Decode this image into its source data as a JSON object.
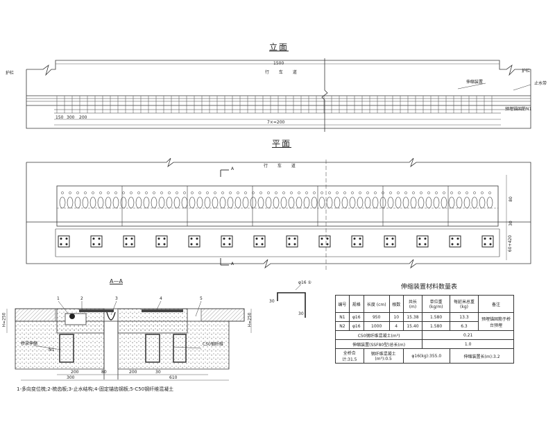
{
  "elevation": {
    "title": "立面",
    "total_length": "1500",
    "roadway_label": "行 车 道",
    "left_label": "护栏",
    "right_label_top": "护栏",
    "right_label_stop": "止水带",
    "joint_label": "伸缩装置",
    "anchor_label": "预埋锚固筋N1",
    "dim_150": "150",
    "dim_300": "300",
    "dim_200": "200",
    "dim_series": "7×=200"
  },
  "plan": {
    "title": "平面",
    "roadway_label": "行 车 道",
    "section_mark_top": "A",
    "section_mark_bottom": "A",
    "dim_right_1": "80",
    "dim_right_2": "30",
    "dim_right_3": "60+420"
  },
  "section": {
    "title": "A—A",
    "part_numbers": [
      "1",
      "2",
      "3",
      "4",
      "5"
    ],
    "left_label": "桥梁伸缩",
    "left_label_2": "N1",
    "right_label": "C50钢纤维",
    "dim_200_left": "200",
    "dim_80": "80",
    "dim_200_right": "200",
    "dim_30": "30",
    "dim_left_total": "300",
    "dim_right_total": "610",
    "height_left": "H=250",
    "height_right": "H=250"
  },
  "rebar_detail": {
    "label": "φ16 ①",
    "dim_top": "30",
    "dim_side": "30"
  },
  "legend": "1-多向变位梳;2-梳齿板;3-止水结构;4-固定锚齿钢板;5-C50钢纤维混凝土",
  "table": {
    "title": "伸缩装置材料数量表",
    "headers": [
      "编号",
      "规格",
      "长度\n(cm)",
      "根数",
      "共长\n(m)",
      "单位重\n(kg/m)",
      "每延米总重\n(kg)",
      "备注"
    ],
    "rows": [
      [
        "N1",
        "φ16",
        "950",
        "10",
        "15.38",
        "1.580",
        "13.3",
        "预埋锚固筋于桥台预埋"
      ],
      [
        "N2",
        "φ16",
        "1000",
        "4",
        "15.40",
        "1.580",
        "6.3",
        ""
      ]
    ],
    "row_concrete_label": "C50钢纤维混凝土(m³)",
    "row_concrete_value": "0.21",
    "row_device_label": "伸缩装置(SSF80型)总长(m)",
    "row_device_value": "1.0",
    "footer_total": "全桥合计:31.5",
    "footer_concrete": "钢纤维混凝土(m³):0.5",
    "footer_steel": "φ16(kg):355.0",
    "footer_device": "伸缩装置长(m):3.2"
  }
}
